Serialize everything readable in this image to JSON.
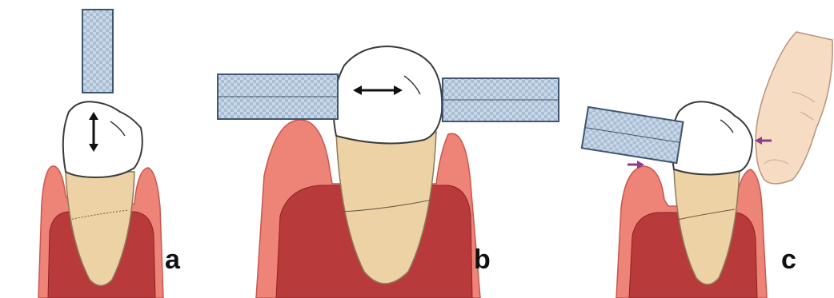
{
  "panels": [
    {
      "label": "a"
    },
    {
      "label": "b"
    },
    {
      "label": "c"
    }
  ],
  "colors": {
    "gum": "#ee8377",
    "gum_edge": "#c9574d",
    "bone": "#b93a3a",
    "bone_edge": "#8a2424",
    "root": "#ecd2a5",
    "root_edge": "#8c7a5a",
    "crown": "#ffffff",
    "crown_shadow": "#dfe3e8",
    "outline": "#3b3b3b",
    "instrument_fill": "#c7d6e6",
    "instrument_edge": "#3f5570",
    "finger": "#f7dcc4",
    "finger_edge": "#b89279",
    "arrow": "#111111",
    "force_arrow": "#8e3b8c"
  }
}
